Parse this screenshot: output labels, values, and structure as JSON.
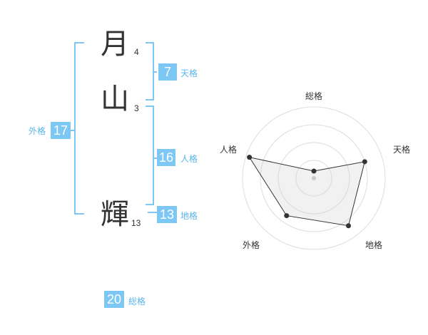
{
  "name": {
    "chars": [
      {
        "char": "月",
        "strokes": "4"
      },
      {
        "char": "山",
        "strokes": "3"
      },
      {
        "char": "輝",
        "strokes": "13"
      }
    ]
  },
  "scores": {
    "tenkaku": {
      "value": "7",
      "label": "天格"
    },
    "jinkaku": {
      "value": "16",
      "label": "人格"
    },
    "chikaku": {
      "value": "13",
      "label": "地格"
    },
    "gaikaku": {
      "value": "17",
      "label": "外格"
    },
    "soukaku": {
      "value": "20",
      "label": "総格"
    }
  },
  "colors": {
    "accent": "#7cc7f3",
    "accent_text": "#5ab4e8",
    "text": "#333333"
  },
  "chart_data": {
    "type": "radar",
    "categories": [
      "総格",
      "天格",
      "地格",
      "外格",
      "人格"
    ],
    "levels": 4,
    "max": 4,
    "values": [
      0.4,
      3.0,
      3.3,
      2.6,
      3.8
    ]
  }
}
